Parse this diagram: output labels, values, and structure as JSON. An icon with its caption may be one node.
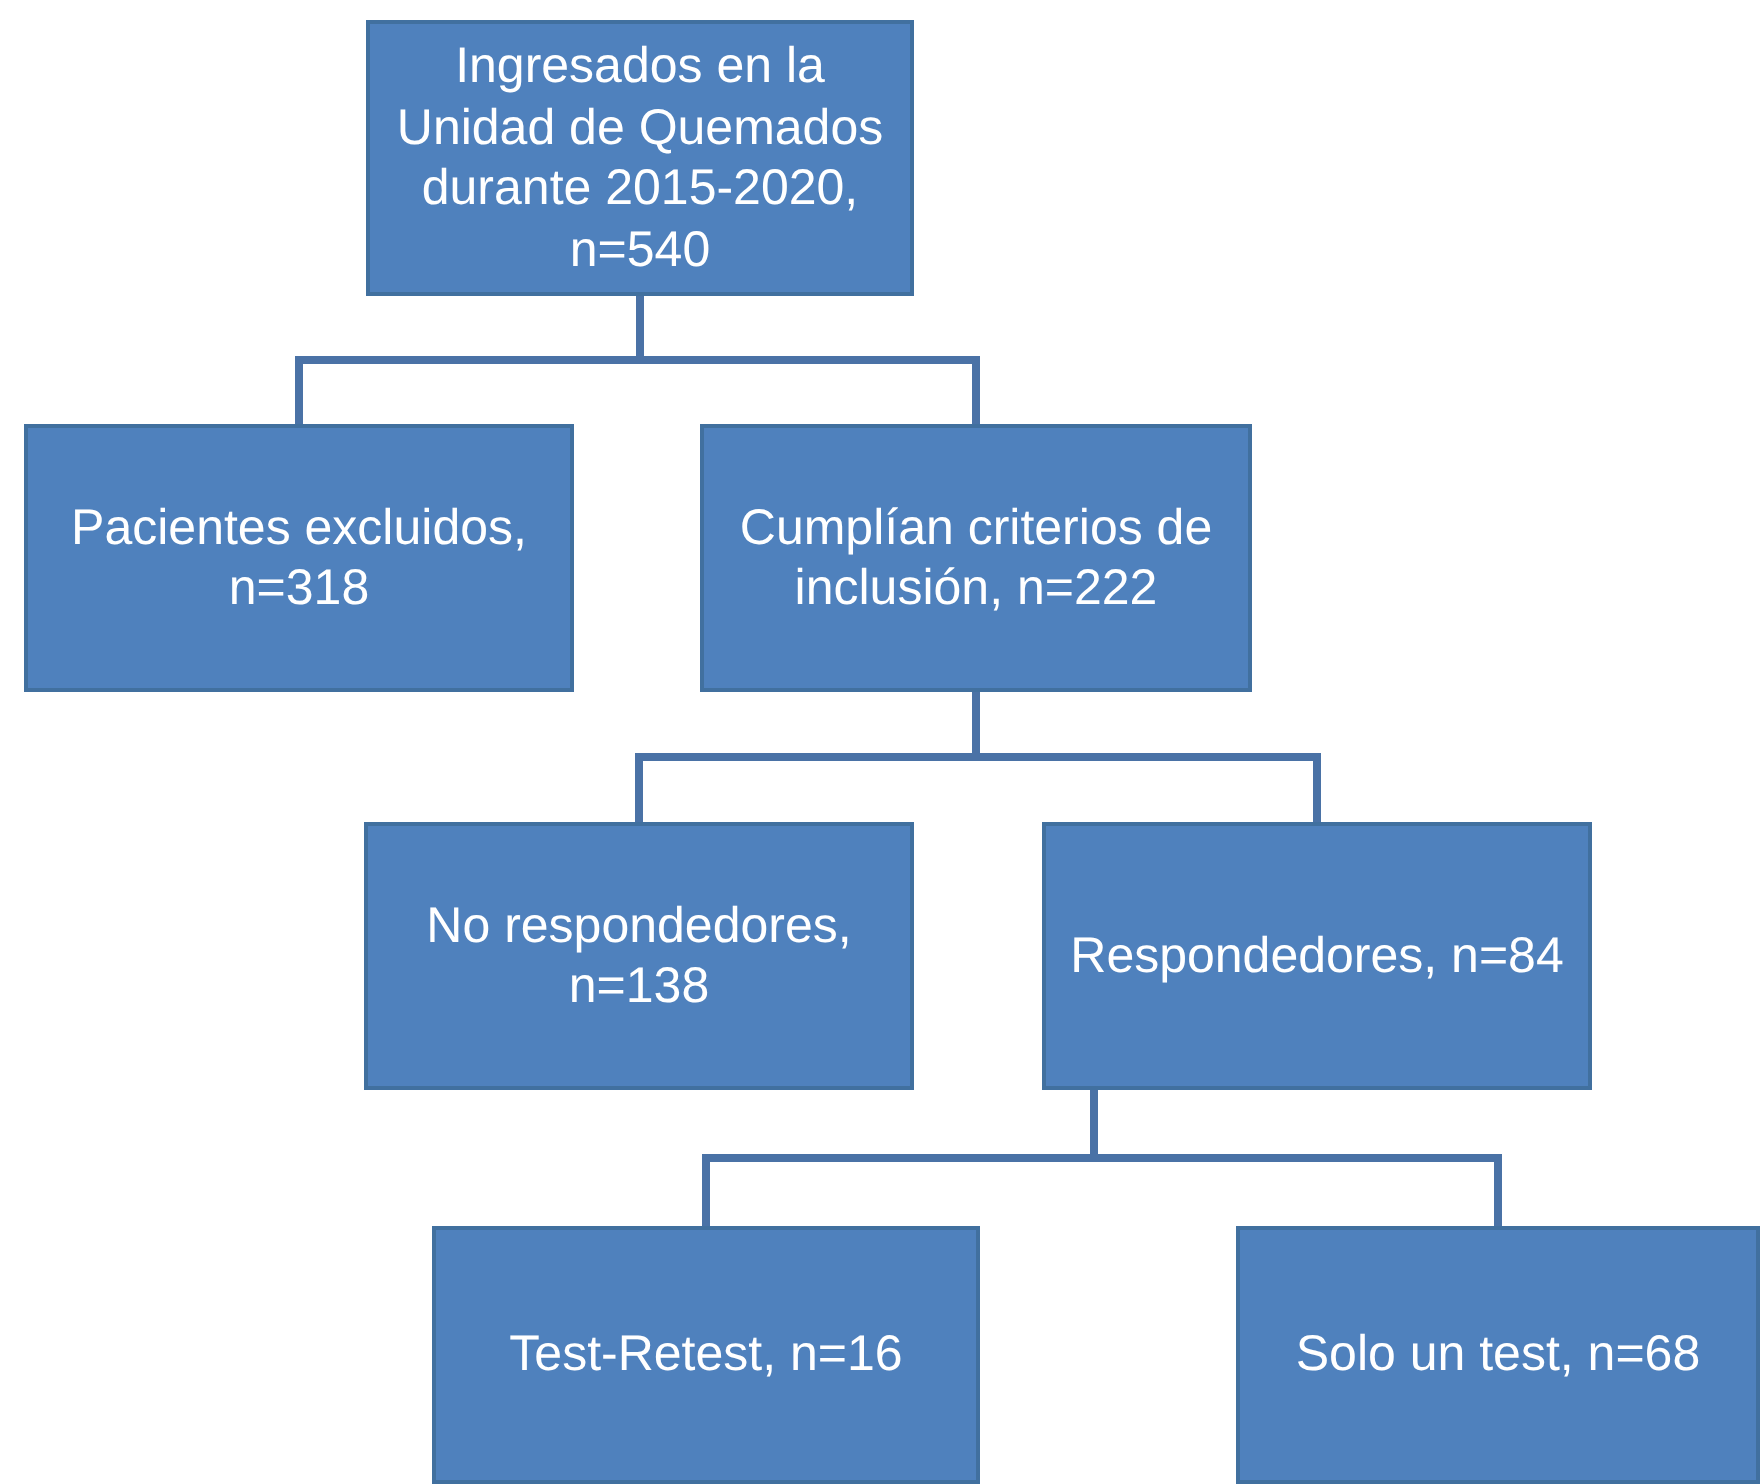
{
  "diagram": {
    "nodes": [
      {
        "text": [
          "Ingresados en la Unidad de Quemados durante 2015-2020, n=540"
        ]
      },
      {
        "text": [
          "Pacientes excluidos, n=318"
        ]
      },
      {
        "text": [
          "Cumplían criterios de inclusión, n=222"
        ]
      },
      {
        "text": [
          "No respondedores, n=138"
        ]
      },
      {
        "text": [
          "Respondedores, n=84"
        ]
      },
      {
        "text": [
          "Test-Retest, n=16"
        ]
      },
      {
        "text": [
          "Solo un test, n=68"
        ]
      }
    ],
    "edges": [
      {
        "from": 0,
        "to": 1,
        "arrow": "none"
      },
      {
        "from": 0,
        "to": 2,
        "arrow": "none"
      },
      {
        "from": 2,
        "to": 3,
        "arrow": "none"
      },
      {
        "from": 2,
        "to": 4,
        "arrow": "none"
      },
      {
        "from": 4,
        "to": 5,
        "arrow": "none"
      },
      {
        "from": 4,
        "to": 6,
        "arrow": "none"
      }
    ]
  }
}
